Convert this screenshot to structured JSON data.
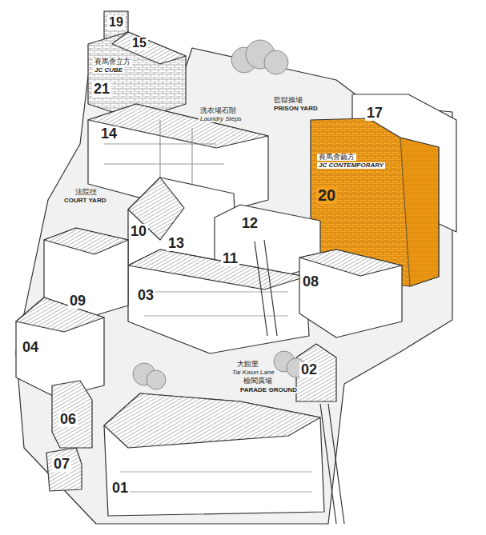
{
  "diagram": {
    "labels": [
      "19",
      "15",
      "賽馬會立方",
      "JC CUBE",
      "21",
      "洗衣場石階",
      "Laundry Steps",
      "監獄操場",
      "PRISON YARD",
      "17",
      "賽馬會藝方",
      "JC CONTEMPORARY",
      "20",
      "14",
      "法院徑",
      "COURT YARD",
      "10",
      "13",
      "12",
      "11",
      "08",
      "09",
      "03",
      "04",
      "大館里",
      "Tai Kwun Lane",
      "檢閱廣場",
      "PARADE GROUND",
      "02",
      "06",
      "07",
      "01"
    ]
  }
}
